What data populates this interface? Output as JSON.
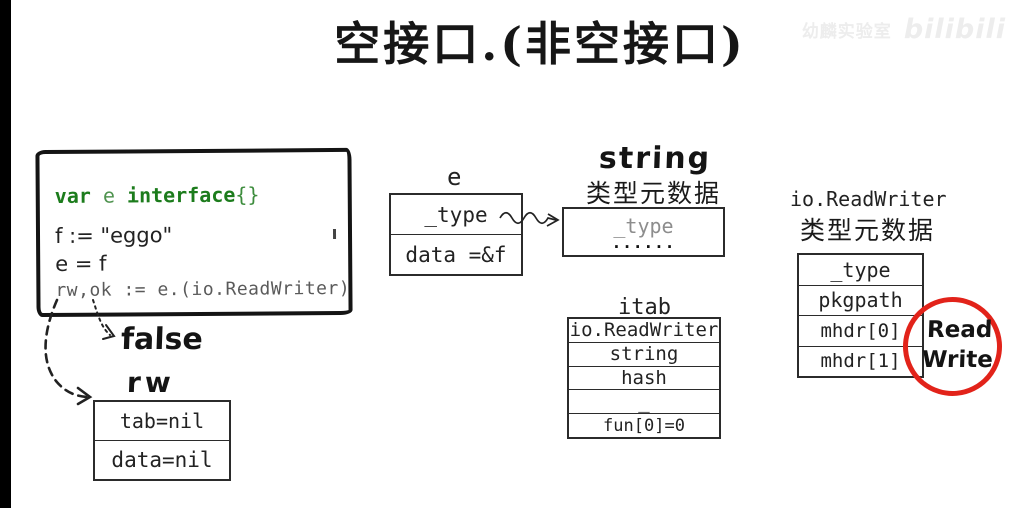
{
  "title": "空接口.(非空接口)",
  "watermark": {
    "channel": "幼麟实验室",
    "brand": "bilibili"
  },
  "code": {
    "kw_var": "var",
    "ident_e": " e ",
    "kw_interface": "interface",
    "braces": "{}",
    "line2": "f := \"eggo\"",
    "line3": "e = f",
    "line4": "rw,ok := e.(io.ReadWriter)"
  },
  "assert_result": "false",
  "rw_var": {
    "label": "rw",
    "rows": [
      "tab=nil",
      "data=nil"
    ]
  },
  "e_var": {
    "label": "e",
    "rows": [
      "_type",
      "data =&f"
    ]
  },
  "string_meta": {
    "title_en": "string",
    "title_zh": "类型元数据",
    "rows": [
      "_type",
      "......"
    ]
  },
  "itab": {
    "label": "itab",
    "rows": [
      "io.ReadWriter",
      "string",
      "hash",
      "_",
      "fun[0]=0"
    ]
  },
  "readwriter_meta": {
    "title_en": "io.ReadWriter",
    "title_zh": "类型元数据",
    "rows": [
      "_type",
      "pkgpath",
      "mhdr[0]",
      "mhdr[1]"
    ]
  },
  "circle_note": {
    "line1": "Read",
    "line2": "Write"
  },
  "colors": {
    "keyword_green": "#1c7c1c",
    "ident_green": "#4f934f",
    "code_gray": "#5a5a5a",
    "circle_red": "#e2231a",
    "ink": "#141414"
  }
}
